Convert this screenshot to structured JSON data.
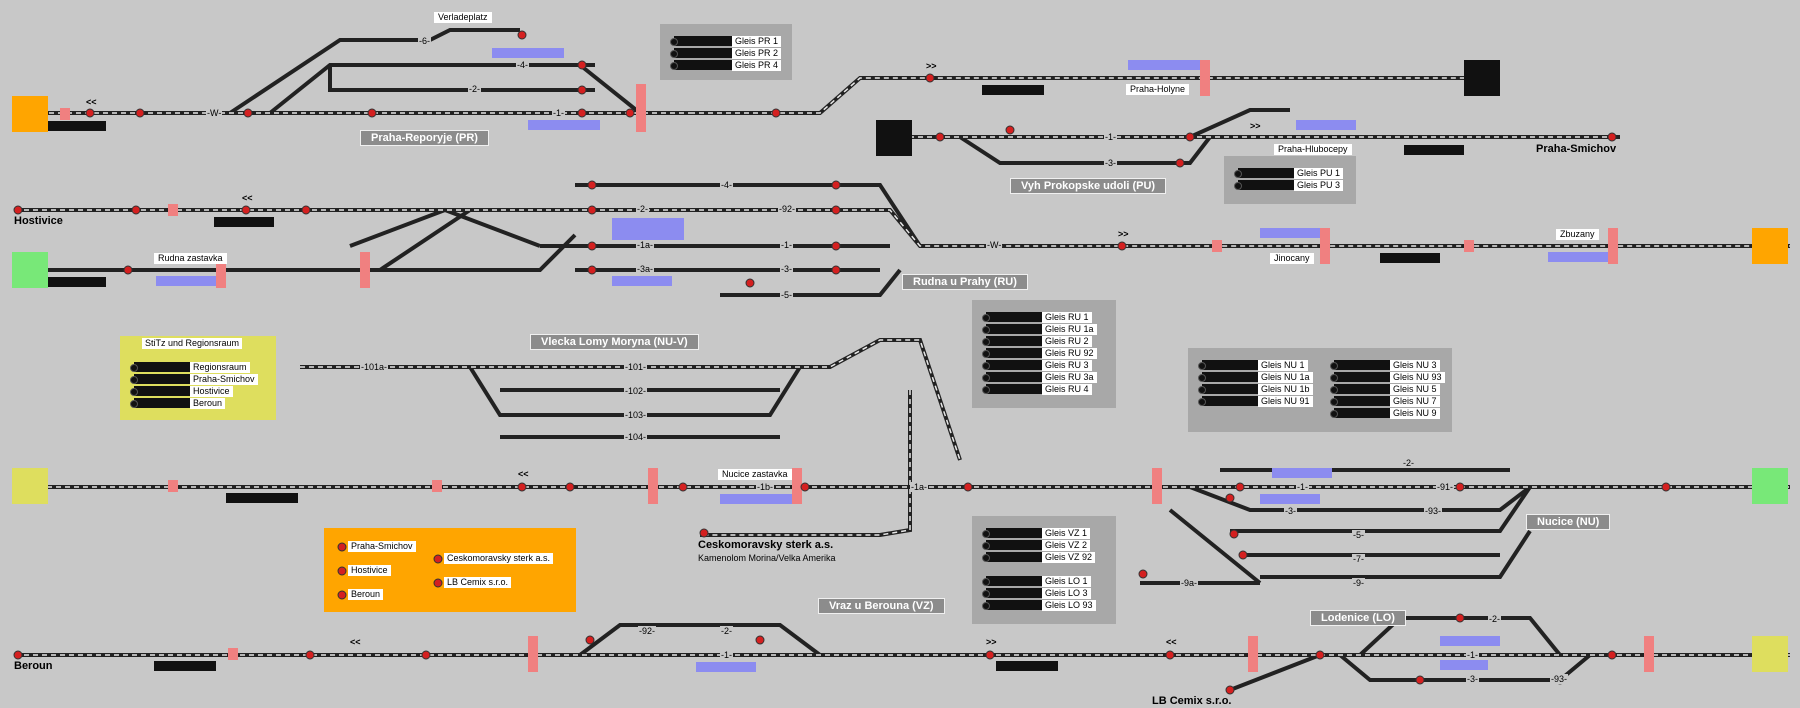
{
  "stations": {
    "praha_reporyje": "Praha-Reporyje (PR)",
    "vyh_prokopske": "Vyh Prokopske udoli (PU)",
    "rudna": "Rudna u Prahy (RU)",
    "vlecka": "Vlecka Lomy Moryna (NU-V)",
    "vraz": "Vraz u Berouna (VZ)",
    "nucice": "Nucice (NU)",
    "lodenice": "Lodenice (LO)"
  },
  "places": {
    "verladeplatz": "Verladeplatz",
    "praha_holyne": "Praha-Holyne",
    "praha_hlubocepy": "Praha-Hlubocepy",
    "praha_smichov": "Praha-Smichov",
    "hostivice": "Hostivice",
    "rudna_zastavka": "Rudna zastavka",
    "jinocany": "Jinocany",
    "zbuzany": "Zbuzany",
    "nucice_zastavka": "Nucice zastavka",
    "ceskomoravsky": "Ceskomoravsky sterk a.s.",
    "kamenolom": "Kamenolom Morina/Velka Amerika",
    "beroun": "Beroun",
    "lb_cemix": "LB Cemix s.r.o."
  },
  "panels": {
    "pr": [
      "Gleis PR 1",
      "Gleis PR 2",
      "Gleis PR 4"
    ],
    "pu": [
      "Gleis PU 1",
      "Gleis PU 3"
    ],
    "ru": [
      "Gleis RU 1",
      "Gleis RU 1a",
      "Gleis RU 2",
      "Gleis RU 92",
      "Gleis RU 3",
      "Gleis RU 3a",
      "Gleis RU 4"
    ],
    "nu_left": [
      "Gleis NU 1",
      "Gleis NU 1a",
      "Gleis NU 1b",
      "Gleis NU 91"
    ],
    "nu_right": [
      "Gleis NU 3",
      "Gleis NU 93",
      "Gleis NU 5",
      "Gleis NU 7",
      "Gleis NU 9"
    ],
    "vz": [
      "Gleis VZ 1",
      "Gleis VZ 2",
      "Gleis VZ 92"
    ],
    "lo": [
      "Gleis LO 1",
      "Gleis LO 3",
      "Gleis LO 93"
    ]
  },
  "stitz": {
    "title": "StiTz und Regionsraum",
    "rows": [
      "Regionsraum",
      "Praha-Smichov",
      "Hostivice",
      "Beroun"
    ]
  },
  "orange_box": {
    "left": [
      "Praha-Smichov",
      "Hostivice",
      "Beroun"
    ],
    "right": [
      "Ceskomoravsky sterk a.s.",
      "LB Cemix s.r.o."
    ]
  },
  "tracks": {
    "pr": [
      "-6-",
      "-4-",
      "-2-",
      "-1-",
      "-W-"
    ],
    "pu": [
      "-1-",
      "-3-"
    ],
    "ru": [
      "-4-",
      "-2-",
      "-92-",
      "-1a-",
      "-1-",
      "-3a-",
      "-3-",
      "-5-",
      "-W-"
    ],
    "nuv": [
      "-101a-",
      "-101-",
      "-102-",
      "-103-",
      "-104-"
    ],
    "nu": [
      "-1b-",
      "-1a-",
      "-2-",
      "-1-",
      "-91-",
      "-3-",
      "-93-",
      "-5-",
      "-7-",
      "-9a-",
      "-9-"
    ],
    "vz": [
      "-92-",
      "-2-",
      "-1-"
    ],
    "lo": [
      "-2-",
      "-1-",
      "-3-",
      "-93-"
    ]
  },
  "arrows": {
    "left": "<<",
    "right": ">>"
  },
  "colors": {
    "background": "#c8c8c8",
    "track": "#222222",
    "signal_red": "#d42020",
    "signal_green": "#30a030",
    "occupied_blue": "#8c8cf0",
    "marker_pink": "#f08080",
    "exit_orange": "#ffa500",
    "exit_green": "#78e878",
    "exit_yellow": "#dede5e"
  }
}
